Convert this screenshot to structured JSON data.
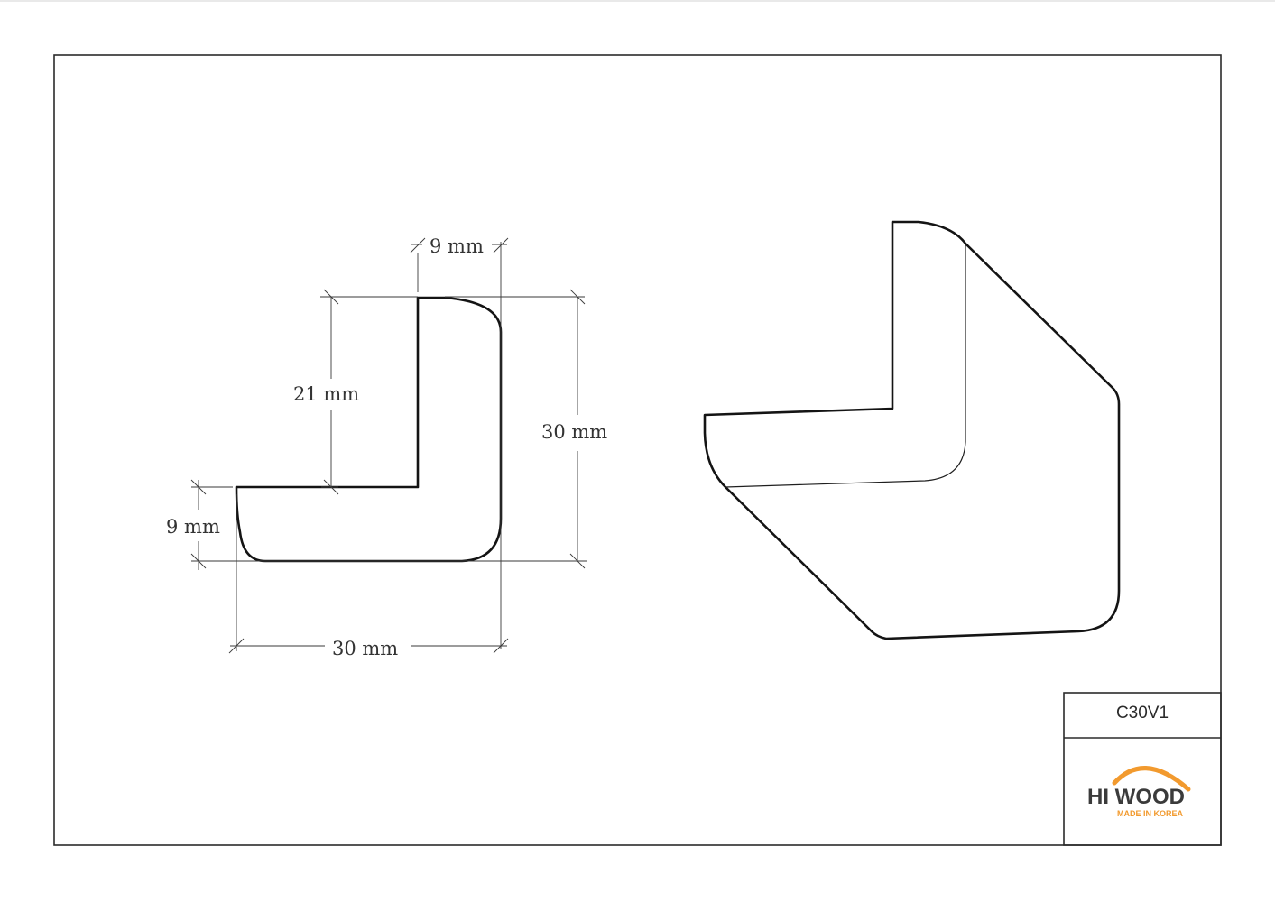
{
  "drawing": {
    "dimensions": {
      "top_width": "9 mm",
      "inner_height": "21 mm",
      "total_height": "30 mm",
      "bottom_thickness": "9 mm",
      "total_width": "30 mm"
    },
    "title_block": {
      "product_code": "C30V1",
      "logo": {
        "brand": "HI WOOD",
        "tagline": "MADE IN KOREA"
      }
    }
  },
  "colors": {
    "accent": "#f29a2e",
    "line": "#141414",
    "logo_text": "#3b3b3b"
  }
}
